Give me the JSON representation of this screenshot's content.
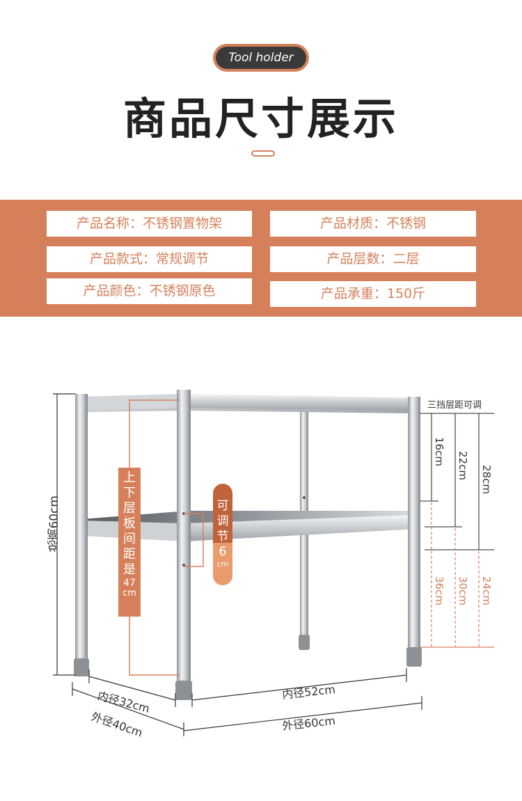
{
  "header": {
    "badge_label": "Tool holder",
    "title": "商品尺寸展示"
  },
  "specs": [
    {
      "label": "产品名称：",
      "value": "不锈钢置物架"
    },
    {
      "label": "产品材质：",
      "value": "不锈钢"
    },
    {
      "label": "产品款式：",
      "value": "常规调节"
    },
    {
      "label": "产品层数：",
      "value": "二层"
    },
    {
      "label": "产品颜色：",
      "value": "不锈钢原色"
    },
    {
      "label": "产品承重：",
      "value": "150斤"
    }
  ],
  "dimensions": {
    "total_height": "总高60cm",
    "layer_gap": {
      "lines": [
        "上",
        "下",
        "层",
        "板",
        "间",
        "距",
        "是"
      ],
      "value": "47",
      "unit": "cm"
    },
    "adjust": {
      "lines": [
        "可",
        "调",
        "节"
      ],
      "value": "6",
      "unit": "cm"
    },
    "three_positions": "三挡层距可调",
    "upper_gaps": [
      "16cm",
      "22cm",
      "28cm"
    ],
    "lower_gaps": [
      "36cm",
      "30cm",
      "24cm"
    ],
    "inner_depth": "内径32cm",
    "outer_depth": "外径40cm",
    "inner_width": "内径52cm",
    "outer_width": "外径60cm"
  },
  "colors": {
    "accent": "#d5805a",
    "badge_dark": "#3a3a3a",
    "title": "#222222",
    "steel": "#b8bcc0"
  }
}
